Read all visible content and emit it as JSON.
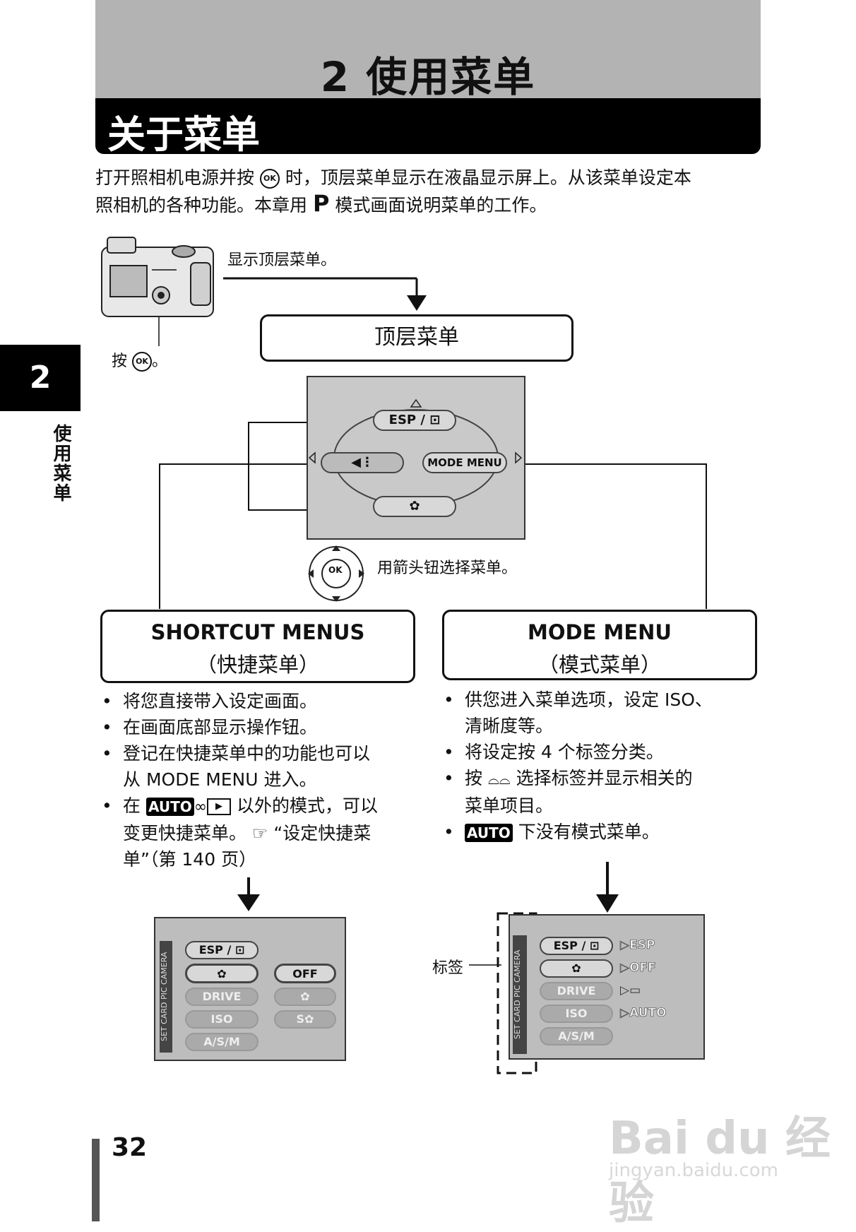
{
  "header": {
    "chapter_title": "2 使用菜单",
    "section_title": "关于菜单"
  },
  "side": {
    "tab_number": "2",
    "tab_text": "使用菜单"
  },
  "intro": {
    "line1_a": "打开照相机电源并按",
    "line1_b": "时，顶层菜单显示在液晶显示屏上。从该菜单设定本",
    "line2_a": "照相机的各种功能。本章用",
    "mode_letter": "P",
    "line2_b": "模式画面说明菜单的工作。",
    "ok_symbol": "OK"
  },
  "diagram": {
    "label_show_top": "显示顶层菜单。",
    "label_press": "按",
    "label_press_end": "。",
    "top_menu_box": "顶层菜单",
    "label_arrow_select": "用箭头钮选择菜单。",
    "center_lcd": {
      "esp_label": "ESP / ⊡",
      "mode_menu_label": "MODE  MENU",
      "macro_icon": "macro-flower-icon",
      "quality_icon": "image-quality-icon"
    },
    "dial_center": "OK"
  },
  "shortcut": {
    "title": "SHORTCUT MENUS",
    "subtitle": "（快捷菜单）",
    "bullets": [
      "将您直接带入设定画面。",
      "在画面底部显示操作钮。",
      "登记在快捷菜单中的功能也可以",
      "从 MODE MENU 进入。"
    ],
    "bullet4_a": "在",
    "bullet4_auto": "AUTO",
    "bullet4_b": "以外的模式，可以",
    "bullet4_c": "变更快捷菜单。",
    "bullet4_d": "“设定快捷菜",
    "bullet4_e": "单”（第 140 页）"
  },
  "modemenu": {
    "title": "MODE MENU",
    "subtitle": "（模式菜单）",
    "b1a": "供您进入菜单选项，设定 ISO、",
    "b1b": "清晰度等。",
    "b2": "将设定按 4 个标签分类。",
    "b3a": "按",
    "b3b": "选择标签并显示相关的",
    "b3c": "菜单项目。",
    "b4_auto": "AUTO",
    "b4": "下没有模式菜单。"
  },
  "lcd_left": {
    "tabs": [
      "CAMERA",
      "PIC",
      "CARD",
      "SET"
    ],
    "items": [
      "ESP / ⊡",
      "",
      "DRIVE",
      "ISO",
      "A/S/M"
    ],
    "options": [
      "OFF",
      "",
      ""
    ]
  },
  "lcd_right": {
    "tab_label": "标签",
    "tabs": [
      "CAMERA",
      "PIC",
      "CARD",
      "SET"
    ],
    "items": [
      "ESP / ⊡",
      "",
      "DRIVE",
      "ISO",
      "A/S/M"
    ],
    "values": [
      "ESP",
      "OFF",
      "",
      "AUTO"
    ]
  },
  "footer": {
    "page_number": "32",
    "watermark": "Bai du 经验",
    "watermark_url": "jingyan.baidu.com"
  }
}
